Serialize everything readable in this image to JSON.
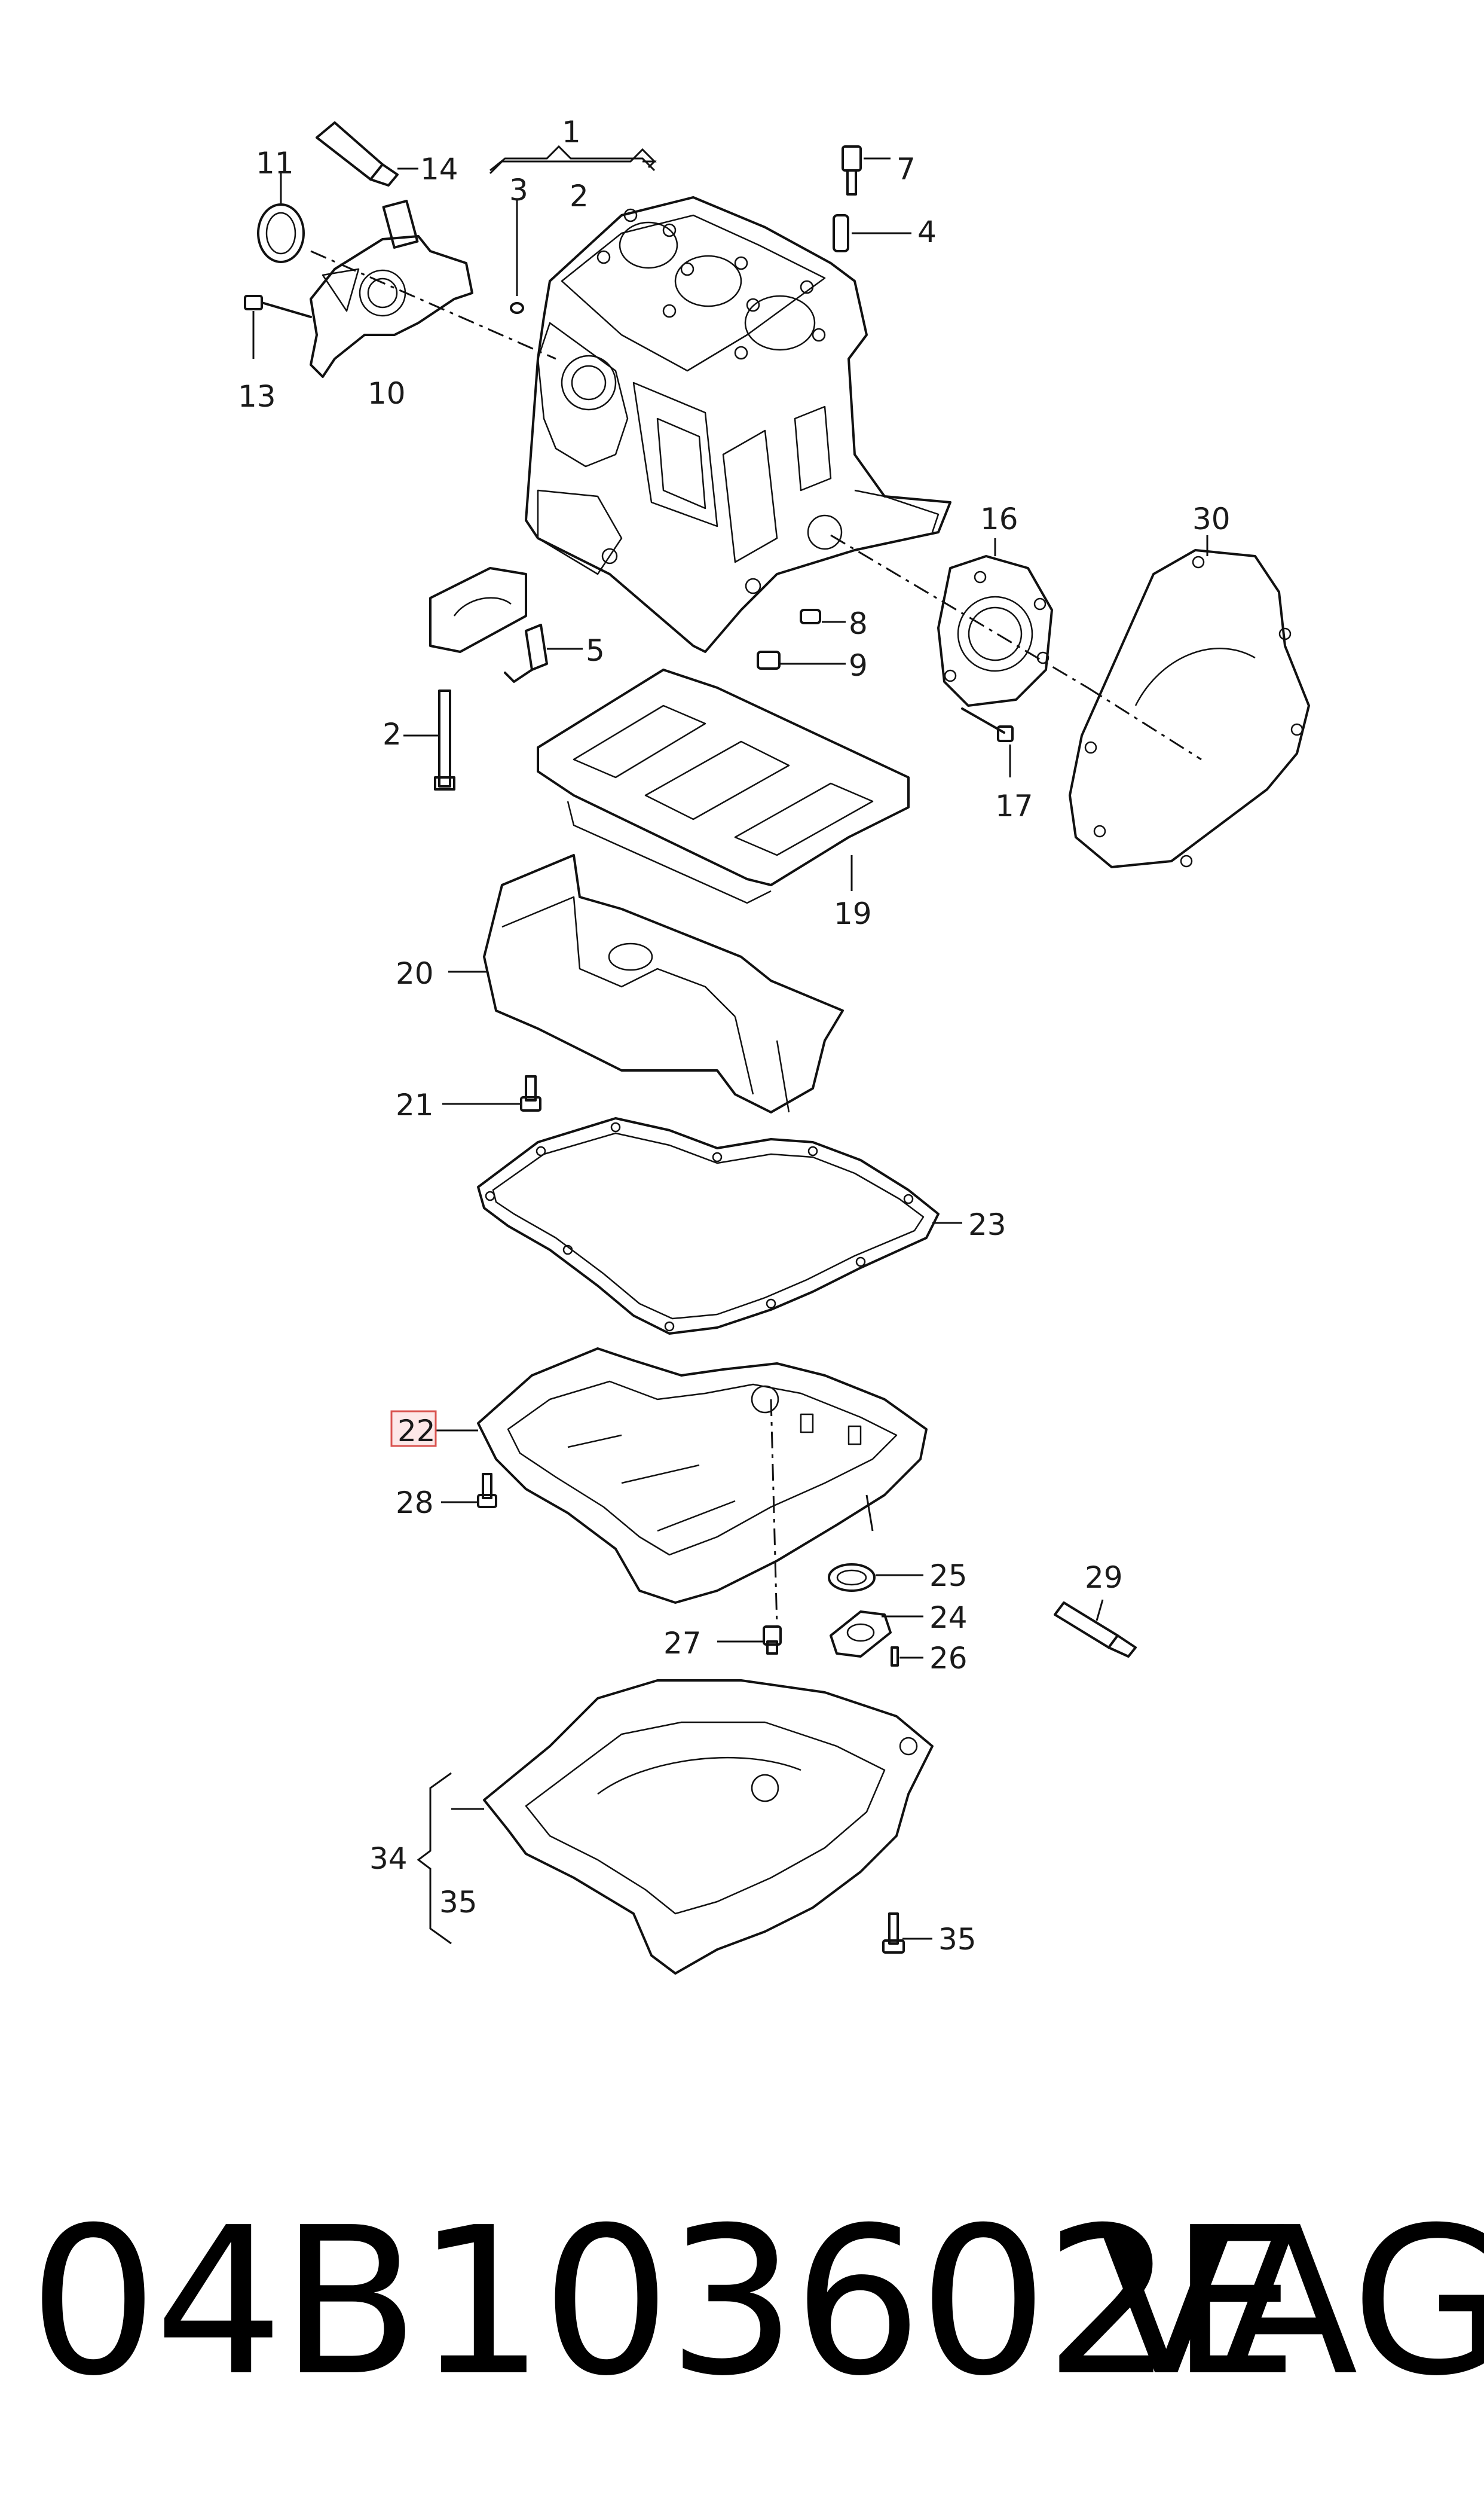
{
  "callouts": {
    "c1": "1",
    "c2": "2",
    "c2b": "2",
    "c3": "3",
    "c4": "4",
    "c5": "5",
    "c7": "7",
    "c8": "8",
    "c9": "9",
    "c10": "10",
    "c11": "11",
    "c13": "13",
    "c14": "14",
    "c16": "16",
    "c17": "17",
    "c19": "19",
    "c20": "20",
    "c21": "21",
    "c22": "22",
    "c23": "23",
    "c24": "24",
    "c25": "25",
    "c26": "26",
    "c27": "27",
    "c28": "28",
    "c29": "29",
    "c30": "30",
    "c34": "34",
    "c35": "35",
    "c35b": "35"
  },
  "highlight": {
    "callout": "22",
    "border_color": "#d9534f",
    "fill_color": "#fde8e8"
  },
  "footer": {
    "part_number": "04B103602E",
    "brand": "VAG"
  }
}
